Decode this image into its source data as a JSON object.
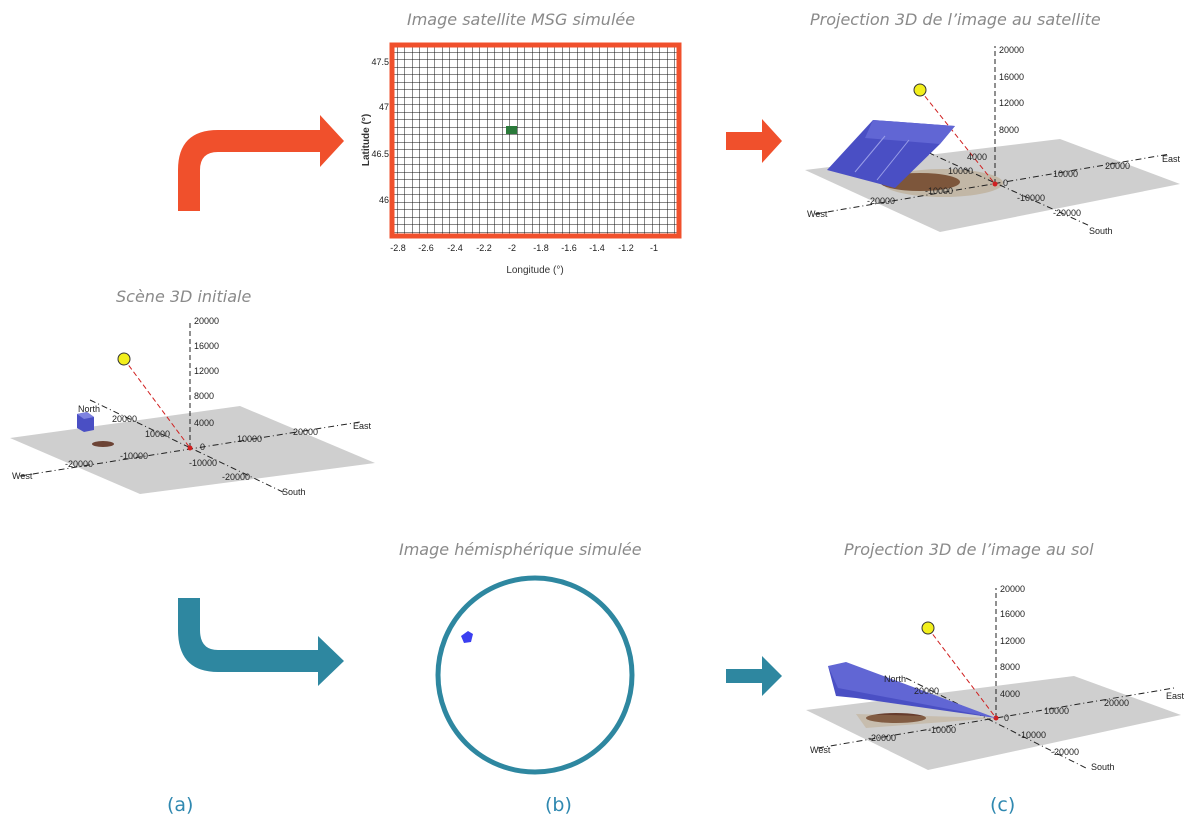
{
  "titles": {
    "satellite_image": "Image satellite MSG simulée",
    "satellite_projection": "Projection 3D de l’image au satellite",
    "initial_scene": "Scène 3D initiale",
    "hemispheric_image": "Image hémisphérique simulée",
    "ground_projection": "Projection 3D de l’image au sol"
  },
  "labels": {
    "a": "(a)",
    "b": "(b)",
    "c": "(c)"
  },
  "satellite_plot": {
    "ylabel": "Latitude (°)",
    "xlabel": "Longitude (°)",
    "yticks": [
      "47.5",
      "47",
      "46.5",
      "46"
    ],
    "xticks": [
      "-2.8",
      "-2.6",
      "-2.4",
      "-2.2",
      "-2",
      "-1.8",
      "-1.6",
      "-1.4",
      "-1.2",
      "-1"
    ]
  },
  "scene_axes": {
    "vertical_ticks": [
      "20000",
      "16000",
      "12000",
      "8000",
      "4000",
      "0"
    ],
    "east": "East",
    "west": "West",
    "south": "South",
    "north": "North",
    "ew_ticks": [
      "20000",
      "10000",
      "-10000",
      "-20000"
    ],
    "ns_ticks": [
      "20000",
      "10000",
      "-10000",
      "-20000"
    ]
  },
  "colors": {
    "orange": "#f0502c",
    "teal": "#2e87a0",
    "cloud": "#4a4fc4",
    "sun": "#f2ef1c",
    "ground": "#cfcfcf"
  }
}
